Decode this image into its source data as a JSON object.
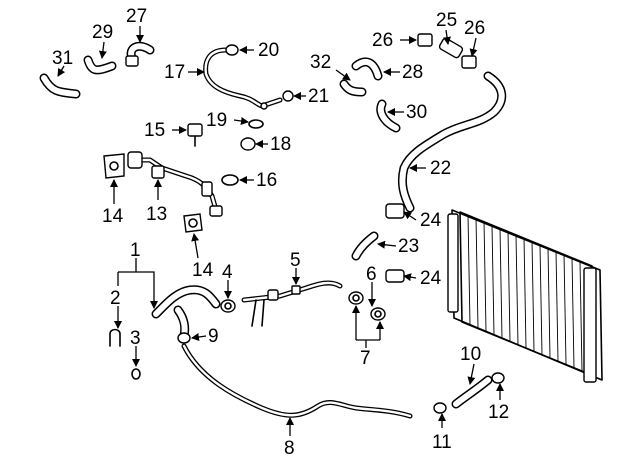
{
  "callouts": {
    "c1": "1",
    "c2": "2",
    "c3": "3",
    "c4": "4",
    "c5": "5",
    "c6": "6",
    "c7": "7",
    "c8": "8",
    "c9": "9",
    "c10": "10",
    "c11": "11",
    "c12": "12",
    "c13": "13",
    "c14a": "14",
    "c14b": "14",
    "c15": "15",
    "c16": "16",
    "c17": "17",
    "c18": "18",
    "c19": "19",
    "c20": "20",
    "c21": "21",
    "c22": "22",
    "c23": "23",
    "c24a": "24",
    "c24b": "24",
    "c25": "25",
    "c26a": "26",
    "c26b": "26",
    "c27": "27",
    "c28": "28",
    "c29": "29",
    "c30": "30",
    "c31": "31",
    "c32": "32"
  }
}
